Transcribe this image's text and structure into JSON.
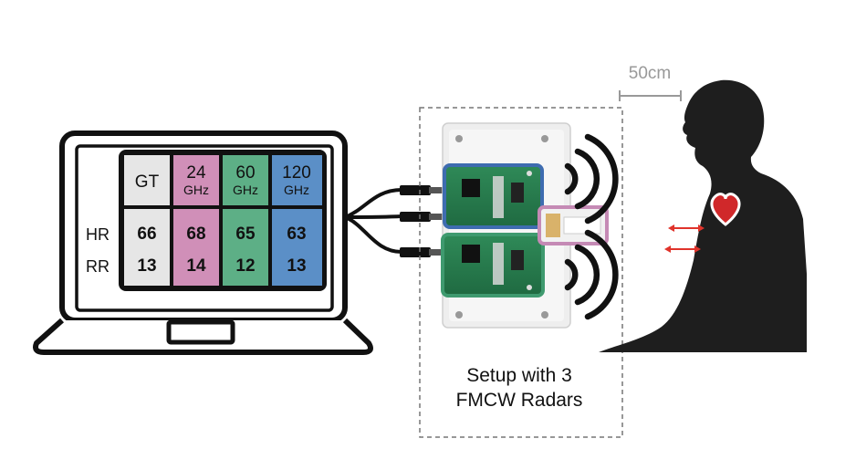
{
  "table": {
    "columns": [
      {
        "label": "GT",
        "sub": "",
        "color": "#e6e6e6"
      },
      {
        "label": "24",
        "sub": "GHz",
        "color": "#d08fb8"
      },
      {
        "label": "60",
        "sub": "GHz",
        "color": "#5daf86"
      },
      {
        "label": "120",
        "sub": "GHz",
        "color": "#5b8fc7"
      }
    ],
    "rows": [
      {
        "label": "HR",
        "values": [
          "66",
          "68",
          "65",
          "63"
        ]
      },
      {
        "label": "RR",
        "values": [
          "13",
          "14",
          "12",
          "13"
        ]
      }
    ]
  },
  "setup_caption": [
    "Setup with 3",
    "FMCW Radars"
  ],
  "distance_label": "50cm",
  "colors": {
    "radar_24ghz_frame": "#c58ab5",
    "radar_60ghz_frame": "#3f9a6f",
    "radar_120ghz_frame": "#3e6cb0",
    "heart": "#d0282a",
    "motion_arrows": "#e0332b",
    "silhouette": "#1e1e1e"
  },
  "icons": [
    "laptop-icon",
    "signal-waves-icon",
    "heart-icon",
    "person-silhouette",
    "cable-icon"
  ]
}
